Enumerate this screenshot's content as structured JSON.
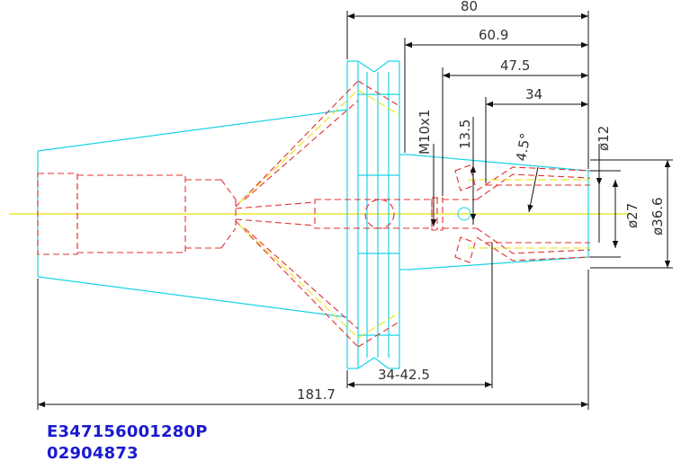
{
  "colors": {
    "outline": "#19d4e6",
    "hidden": "#e0302f",
    "centerline": "#e8e000",
    "dimension": "#111111",
    "caption": "#1a1ad0"
  },
  "dimensions": {
    "d80": "80",
    "d60_9": "60.9",
    "d47_5": "47.5",
    "d34": "34",
    "m10x1": "M10x1",
    "d13_5": "13.5",
    "angle": "4.5°",
    "dia12": "ø12",
    "dia27": "ø27",
    "dia36_6": "ø36.6",
    "range": "34-42.5",
    "total": "181.7"
  },
  "caption": {
    "part_number": "E347156001280P",
    "code": "02904873"
  }
}
